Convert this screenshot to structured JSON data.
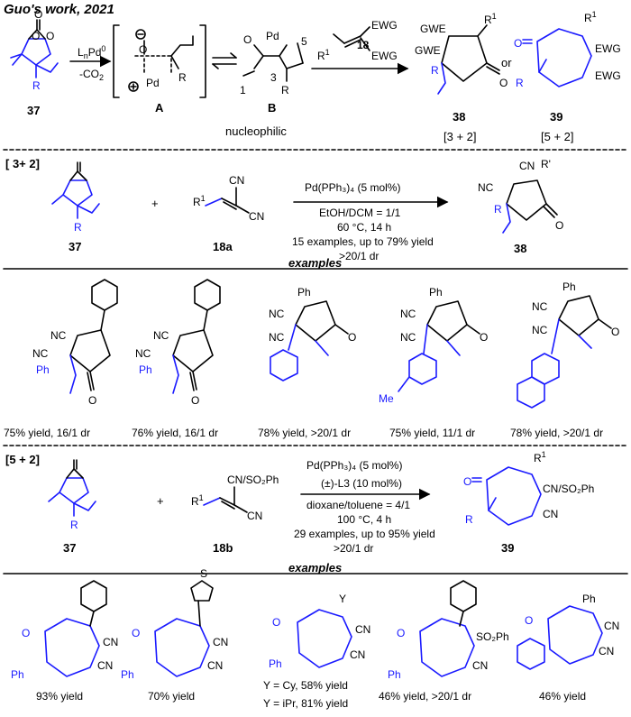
{
  "header": {
    "title": "Guo's work, 2021"
  },
  "mechanism": {
    "reagents_label": "L",
    "reagents_sub": "n",
    "reagents_label2": "Pd",
    "reagents_sup": "0",
    "co2_label": "-CO",
    "co2_sub": "2",
    "compound37": "37",
    "intermediateA": "A",
    "intermediateB": "B",
    "nucleophilic": "nucleophilic",
    "ewg_top": "EWG",
    "ewg_bottom": "EWG",
    "r1": "R",
    "r1_sup": "1",
    "reagent18": "18",
    "gwe_top": "GWE",
    "gwe_bottom": "GWE",
    "compound38": "38",
    "compound39": "39",
    "or_label": "or",
    "type32": "[3 + 2]",
    "type52": "[5 + 2]",
    "pd_label": "Pd",
    "num5": "5",
    "num1": "1",
    "num3": "3",
    "ewg39a": "EWG",
    "ewg39b": "EWG"
  },
  "section32": {
    "tag": "[ 3+ 2]",
    "compound37": "37",
    "compound18a": "18a",
    "compound38": "38",
    "conditions": [
      "Pd(PPh₃)₄ (5 mol%)",
      "EtOH/DCM = 1/1",
      "60 °C, 14 h",
      "15 examples, up to 79% yield",
      ">20/1 dr"
    ],
    "examples_label": "examples",
    "examples": [
      "75% yield, 16/1 dr",
      "76% yield, 16/1 dr",
      "78% yield, >20/1 dr",
      "75% yield, 11/1 dr",
      "78% yield, >20/1 dr"
    ]
  },
  "section52": {
    "tag": "[5 + 2]",
    "compound37": "37",
    "compound18b": "18b",
    "compound39": "39",
    "cn_so2ph": "CN/SO₂Ph",
    "conditions": [
      "Pd(PPh₃)₄ (5 mol%)",
      "(±)-L3 (10 mol%)",
      "dioxane/toluene = 4/1",
      "100 °C, 4 h",
      "29 examples, up to 95% yield",
      ">20/1 dr"
    ],
    "examples_label": "examples",
    "examples": [
      "93% yield",
      "70% yield",
      "Y = Cy, 58% yield",
      "Y = iPr, 81% yield",
      "46% yield, >20/1 dr",
      "46% yield"
    ]
  },
  "colors": {
    "blue": "#1a1aff",
    "black": "#000000"
  }
}
